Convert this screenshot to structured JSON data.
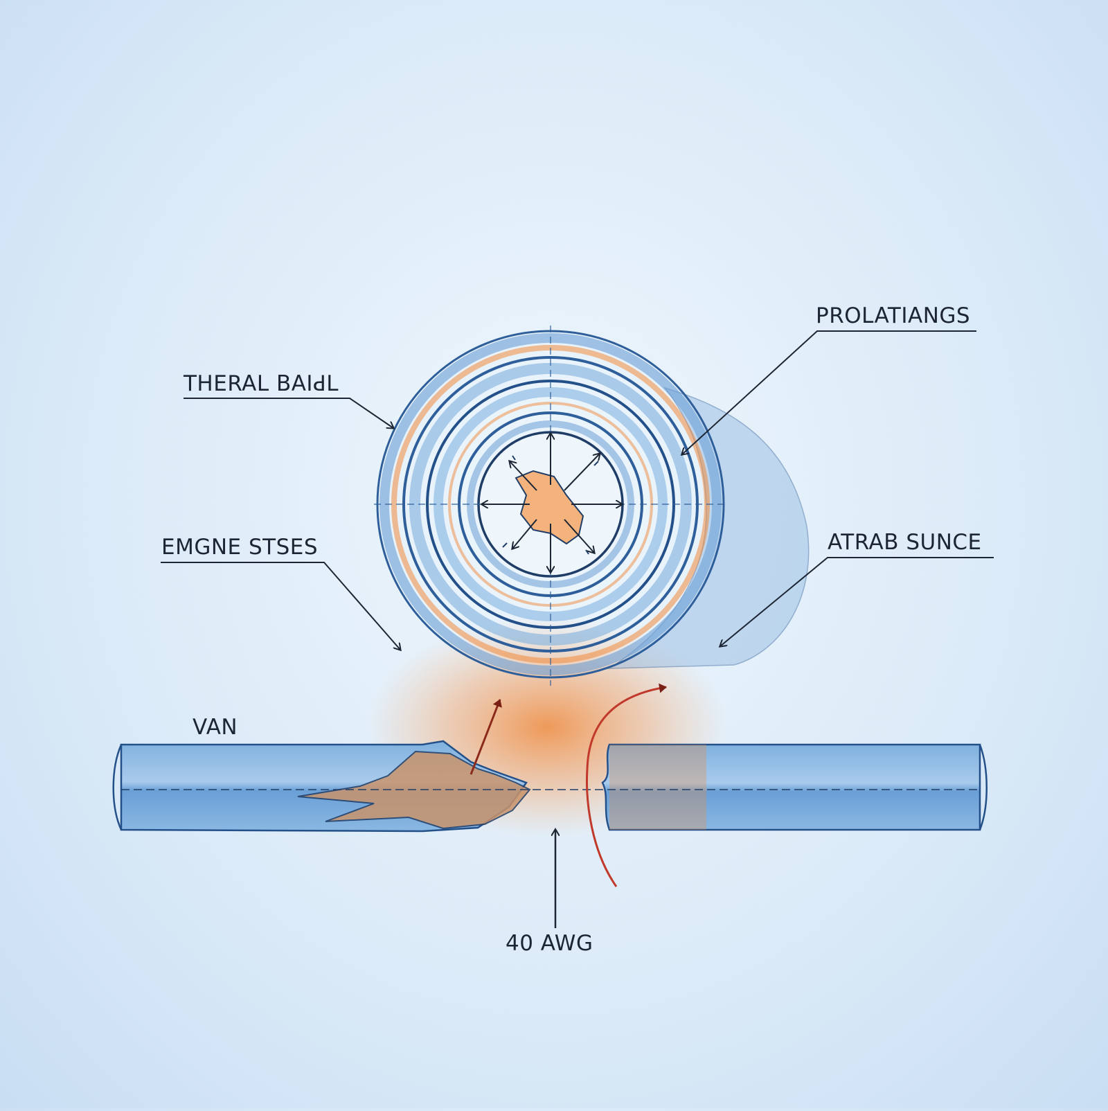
{
  "labels": {
    "thermal_ball": "THERAL BAIꓒL",
    "prolatiangs": "PROLATIANGS",
    "emgne_stses": "EMGNE STSES",
    "atrab_sunce": "ATRAB SUNCE",
    "van": "VAN",
    "gauge": "40 AWG"
  },
  "colors": {
    "background": "#dcebf8",
    "ink": "#1c2533",
    "blue": "#2f6fb8",
    "orange": "#f08a3c",
    "red": "#c0392b"
  }
}
